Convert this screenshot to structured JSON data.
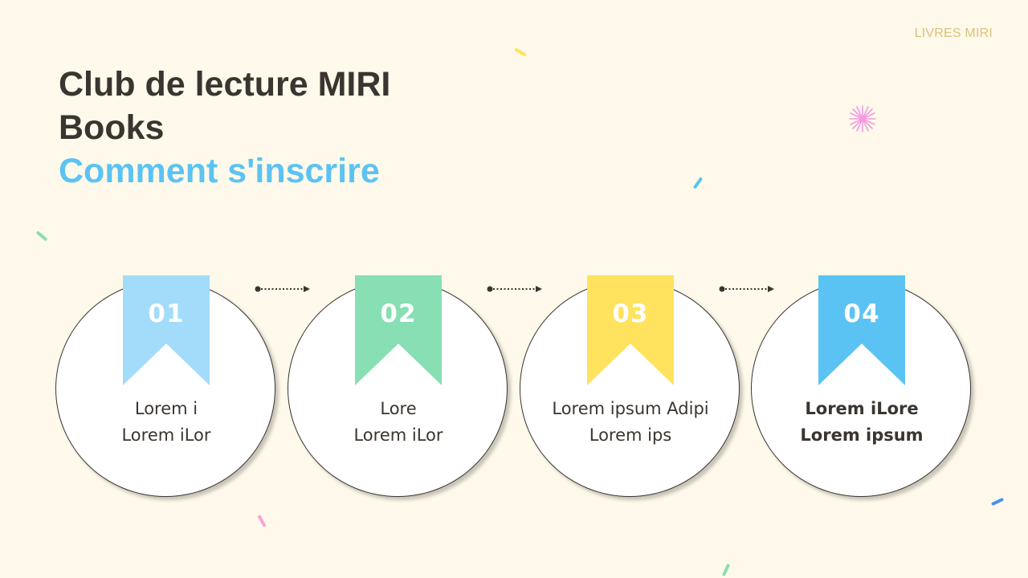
{
  "brand": "LIVRES MIRI",
  "title_line1": "Club de lecture MIRI",
  "title_line2": "Books",
  "subtitle": "Comment s'inscrire",
  "colors": {
    "background": "#FEF9EA",
    "accent_blue": "#5BC3F3",
    "step1": "#A3DCFA",
    "step2": "#87DFB3",
    "step3": "#FFE25E",
    "step4": "#5BC3F3"
  },
  "steps": [
    {
      "number": "01",
      "line1": "Lorem i",
      "line2": "Lorem iLor",
      "emphasis": false
    },
    {
      "number": "02",
      "line1": "Lore",
      "line2": "Lorem iLor",
      "emphasis": false
    },
    {
      "number": "03",
      "line1": "Lorem ipsum Adipi",
      "line2": "Lorem ips",
      "emphasis": false
    },
    {
      "number": "04",
      "line1": "Lorem iLore",
      "line2": "Lorem ipsum",
      "emphasis": true
    }
  ]
}
